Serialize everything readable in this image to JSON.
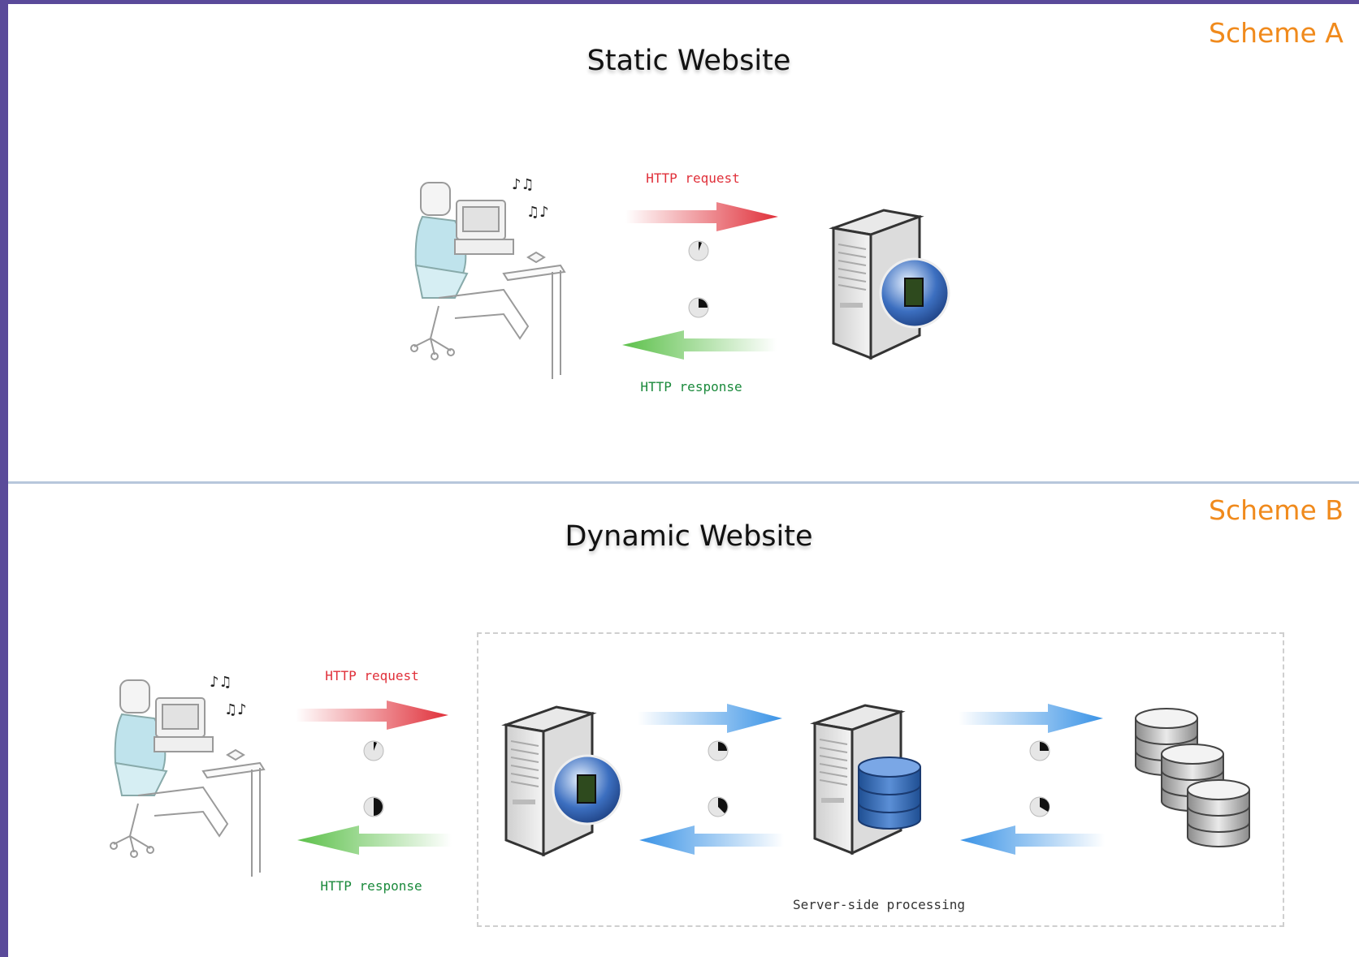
{
  "scheme_a": {
    "label": "Scheme A",
    "title": "Static Website",
    "request_label": "HTTP request",
    "response_label": "HTTP response"
  },
  "scheme_b": {
    "label": "Scheme B",
    "title": "Dynamic Website",
    "request_label": "HTTP request",
    "response_label": "HTTP response",
    "processing_label": "Server-side processing"
  },
  "icons": [
    "user-at-computer-icon",
    "web-server-icon",
    "database-server-icon",
    "database-stack-icon",
    "clock-icon"
  ],
  "colors": {
    "scheme_label": "#f08a1c",
    "request": "#e0303a",
    "response": "#1b8a3c",
    "internal_flow": "#3a93e6",
    "divider": "#b7c7dc"
  }
}
